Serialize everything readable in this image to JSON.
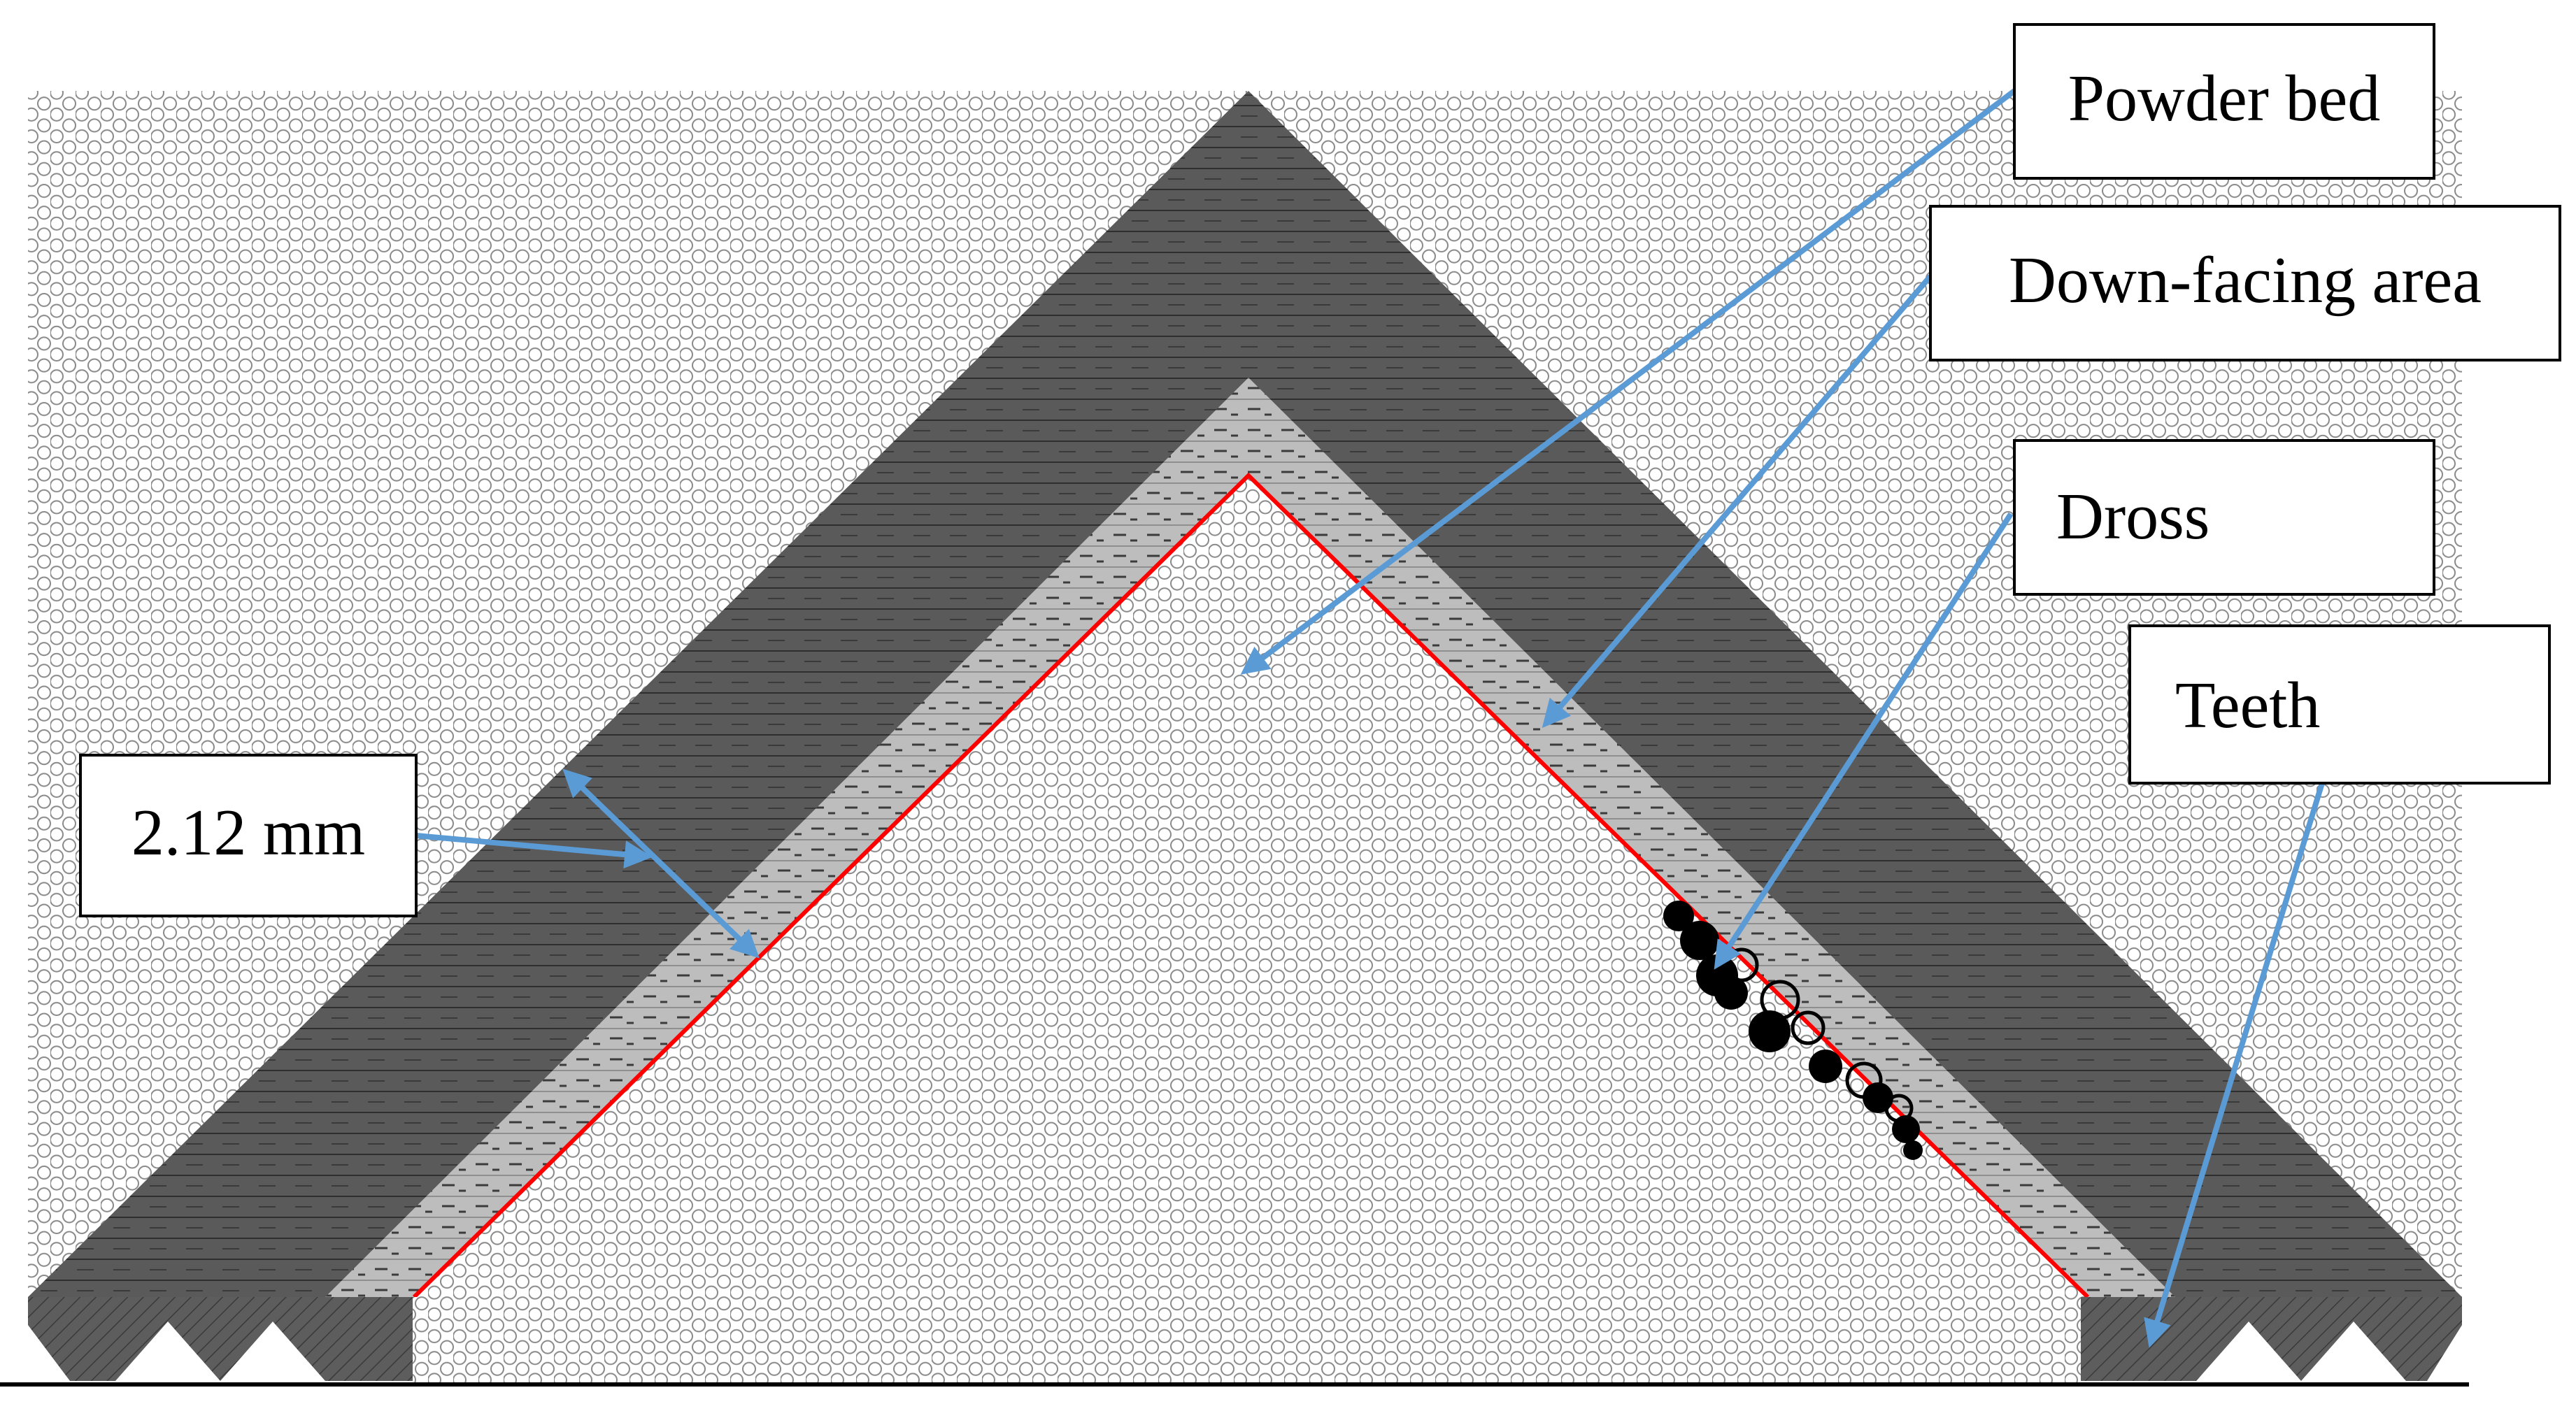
{
  "labels": {
    "powder_bed": "Powder bed",
    "down_facing_area": "Down-facing area",
    "dross": "Dross",
    "teeth": "Teeth",
    "thickness": "2.12 mm"
  },
  "colors": {
    "solid_part": "#5a5a5a",
    "down_facing": "#bcbcbc",
    "teeth": "#5d5d5d",
    "contour_line": "#ff0000",
    "arrow": "#5b9bd5",
    "powder_circle_stroke": "#8a8a8a",
    "dross": "#000000"
  }
}
